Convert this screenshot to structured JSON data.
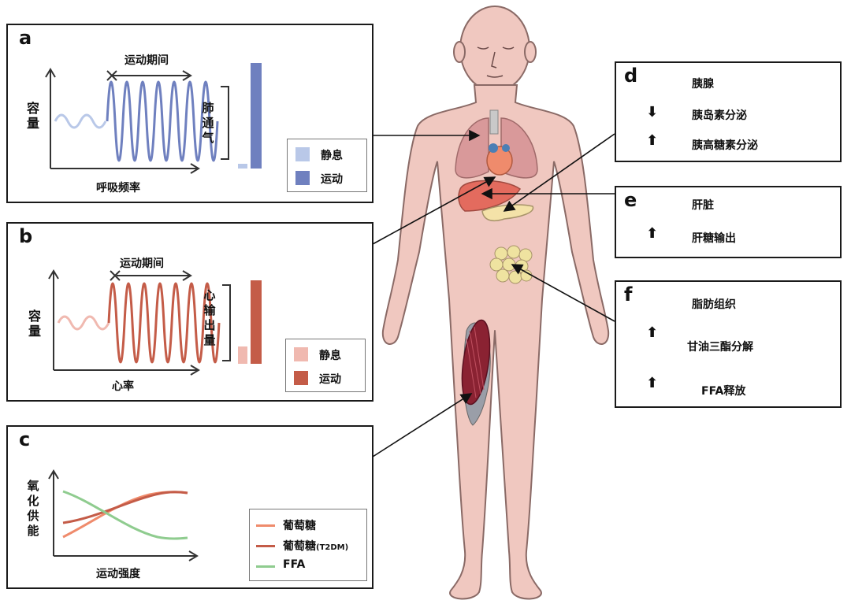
{
  "colors": {
    "blue": "#6f80bf",
    "blue_light": "#b9c8e8",
    "red": "#c45c48",
    "red_light": "#f0b9b0",
    "orange": "#ef8b6c",
    "green": "#8fcc8f",
    "skin": "#f0c8c0"
  },
  "panel_a": {
    "label": "a",
    "period": "运动期间",
    "ylabel": "容量",
    "xlabel": "呼吸频率",
    "bar_label": "肺通气",
    "legend": [
      "静息",
      "运动"
    ]
  },
  "panel_b": {
    "label": "b",
    "period": "运动期间",
    "ylabel": "容量",
    "xlabel": "心率",
    "bar_label": "心输出量",
    "legend": [
      "静息",
      "运动"
    ]
  },
  "panel_c": {
    "label": "c",
    "ylabel": "氧化供能",
    "xlabel": "运动强度",
    "legend": [
      {
        "name": "葡萄糖",
        "suffix": ""
      },
      {
        "name": "葡萄糖",
        "suffix": "(T2DM)"
      },
      {
        "name": "FFA",
        "suffix": ""
      }
    ]
  },
  "panel_d": {
    "label": "d",
    "title": "胰腺",
    "items": [
      {
        "arrow": "down",
        "text": "胰岛素分泌"
      },
      {
        "arrow": "up",
        "text": "胰高糖素分泌"
      }
    ]
  },
  "panel_e": {
    "label": "e",
    "title": "肝脏",
    "items": [
      {
        "arrow": "up",
        "text": "肝糖输出"
      }
    ]
  },
  "panel_f": {
    "label": "f",
    "title": "脂肪组织",
    "items": [
      {
        "arrow": "up",
        "text": "甘油三酯分解"
      },
      {
        "arrow": "up",
        "text": "FFA释放"
      }
    ]
  }
}
